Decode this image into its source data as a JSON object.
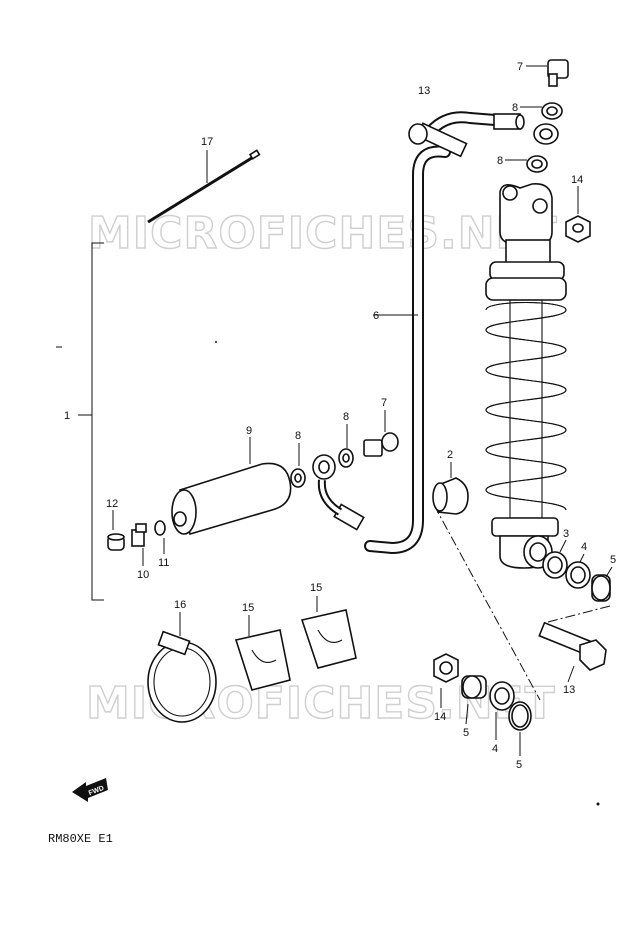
{
  "watermark": "MICROFICHES.NET",
  "model_code": "RM80XE E1",
  "fwd_text": "FWD",
  "callouts": {
    "c1": "1",
    "c2": "2",
    "c3": "3",
    "c4a": "4",
    "c4b": "4",
    "c5a": "5",
    "c5b": "5",
    "c5c": "5",
    "c6": "6",
    "c7a": "7",
    "c7b": "7",
    "c8a": "8",
    "c8b": "8",
    "c8c": "8",
    "c8d": "8",
    "c9": "9",
    "c10": "10",
    "c11": "11",
    "c12": "12",
    "c13a": "13",
    "c13b": "13",
    "c14a": "14",
    "c14b": "14",
    "c15a": "15",
    "c15b": "15",
    "c16": "16",
    "c17": "17"
  }
}
